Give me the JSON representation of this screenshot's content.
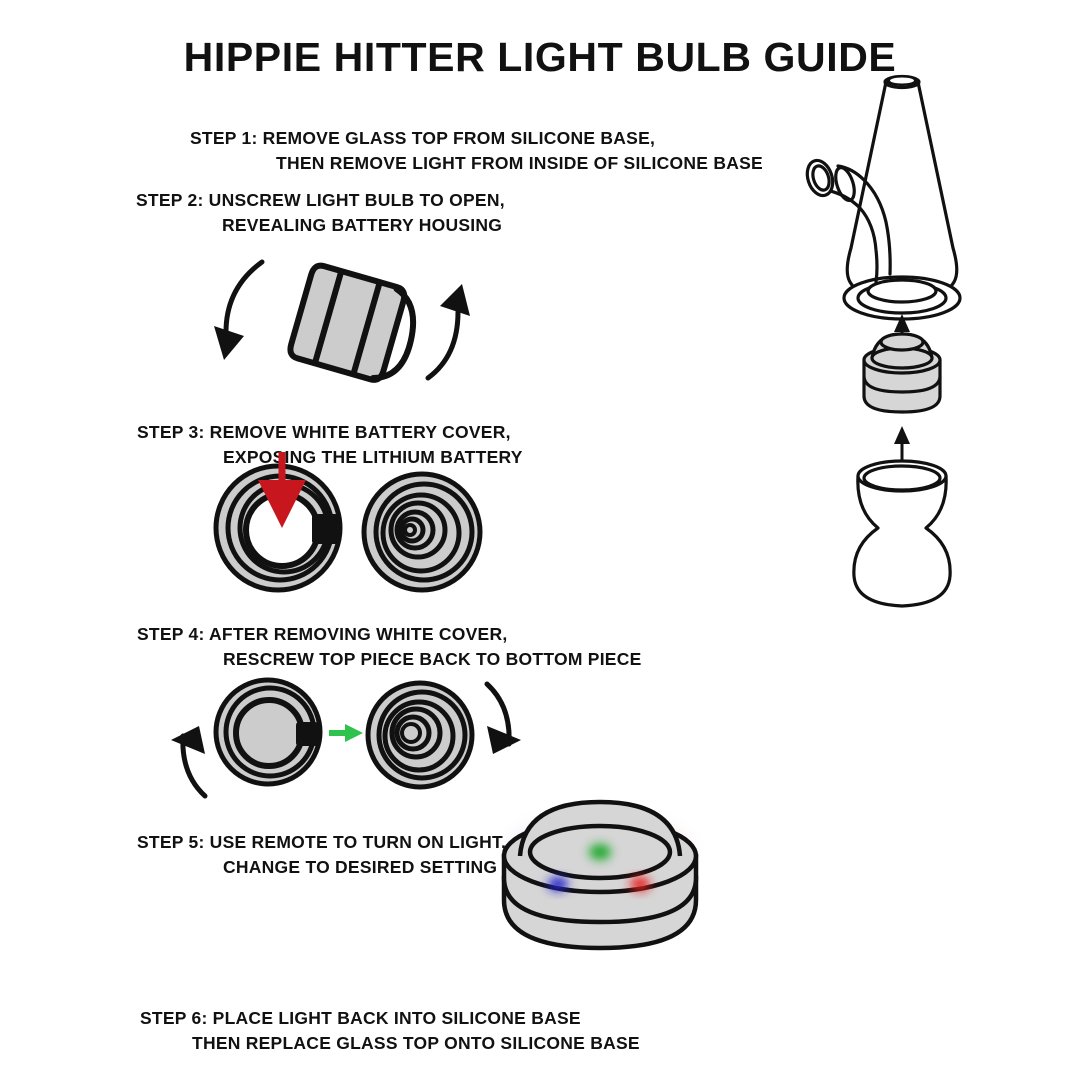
{
  "title": "HIPPIE HITTER LIGHT BULB GUIDE",
  "steps": [
    {
      "id": "step1",
      "line1": "STEP 1: REMOVE GLASS TOP FROM SILICONE BASE,",
      "line2": "THEN REMOVE LIGHT FROM INSIDE OF SILICONE BASE"
    },
    {
      "id": "step2",
      "line1": "STEP 2: UNSCREW LIGHT BULB TO OPEN,",
      "line2": "REVEALING BATTERY HOUSING"
    },
    {
      "id": "step3",
      "line1": "STEP 3: REMOVE WHITE BATTERY COVER,",
      "line2": "EXPOSING THE LITHIUM BATTERY"
    },
    {
      "id": "step4",
      "line1": "STEP 4: AFTER REMOVING WHITE COVER,",
      "line2": "RESCREW TOP PIECE BACK TO BOTTOM PIECE"
    },
    {
      "id": "step5",
      "line1": "STEP 5: USE REMOTE TO TURN ON LIGHT,",
      "line2": "CHANGE TO DESIRED SETTING"
    },
    {
      "id": "step6",
      "line1": "STEP 6: PLACE LIGHT BACK INTO SILICONE BASE",
      "line2": "THEN REPLACE GLASS TOP ONTO SILICONE BASE"
    }
  ],
  "figures": {
    "rig": {
      "name": "exploded-rig-assembly",
      "parts": [
        "glass-top",
        "light-puck",
        "silicone-base"
      ],
      "arrows": 2
    },
    "unscrew": {
      "name": "unscrew-bulb",
      "rotation_arrows": [
        "counterclockwise-left",
        "clockwise-right"
      ]
    },
    "battery": {
      "name": "battery-cover-removal",
      "discs": [
        "cover-ring-open",
        "lithium-battery"
      ],
      "pointer_arrow": "red-down-arrow"
    },
    "rescrew": {
      "name": "rescrew-pieces",
      "discs": [
        "bottom-piece",
        "assembled-piece"
      ],
      "transition_arrow": "green-right-arrow",
      "rotation_arrows": [
        "left-curved",
        "right-curved"
      ]
    },
    "rgb": {
      "name": "rgb-light-on",
      "beams": [
        "blue",
        "green",
        "red"
      ]
    }
  },
  "colors": {
    "ink": "#111111",
    "background": "#ffffff",
    "grey_fill": "#cccccc",
    "grey_light": "#d6d6d6",
    "red_arrow": "#c8161e",
    "green_arrow": "#2fc24d",
    "beam_red": "#e81c1c",
    "beam_green": "#1ea82a",
    "beam_blue": "#2222cc"
  }
}
